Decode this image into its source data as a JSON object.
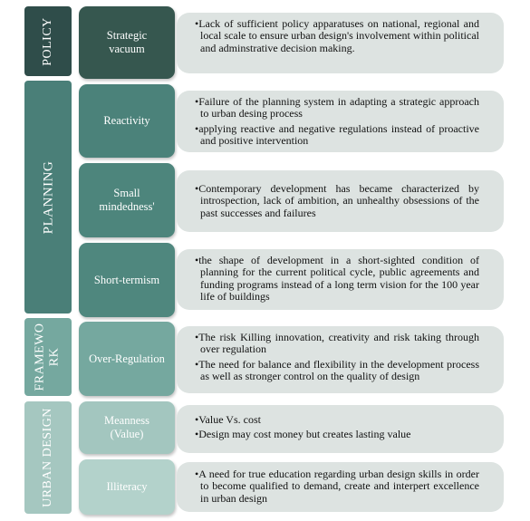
{
  "colors": {
    "policy": "#2f4d4a",
    "planning": "#4a7f78",
    "framework": "#75a89f",
    "urban_design": "#a5c7c0",
    "description_bg": "#dde3e1"
  },
  "categories": {
    "policy": "POLICY",
    "planning": "PLANNING",
    "framework": "FRAMEWO\nRK",
    "urban_design": "URBAN DESIGN"
  },
  "items": [
    {
      "label": "Strategic\nvacuum",
      "bullets": [
        "Lack of sufficient policy apparatuses on national, regional and local scale to ensure urban design's involvement within political and adminstrative decision making."
      ]
    },
    {
      "label": "Reactivity",
      "bullets": [
        "Failure of the planning system in adapting a strategic approach to urban desing process",
        "applying reactive and negative regulations instead of proactive and positive intervention"
      ]
    },
    {
      "label": "Small\nmindedness'",
      "bullets": [
        "Contemporary development has became characterized by introspection, lack of ambition, an unhealthy obsessions of the past successes and failures"
      ]
    },
    {
      "label": "Short-termism",
      "bullets": [
        "the shape of development in a short-sighted condition of planning for the current political cycle, public agreements and funding programs instead of a long term vision for the 100 year life of buildings"
      ]
    },
    {
      "label": "Over-Regulation",
      "bullets": [
        "The risk Killing innovation, creativity and risk taking through over regulation",
        "The need for balance and flexibility in the development process as well as stronger control on the quality of design"
      ]
    },
    {
      "label": "Meanness\n(Value)",
      "bullets": [
        "Value Vs. cost",
        "Design may cost money but creates lasting value"
      ]
    },
    {
      "label": "Illiteracy",
      "bullets": [
        "A need for true education regarding urban design skills in order to become qualified to demand, create and interpert excellence in urban design"
      ]
    }
  ]
}
